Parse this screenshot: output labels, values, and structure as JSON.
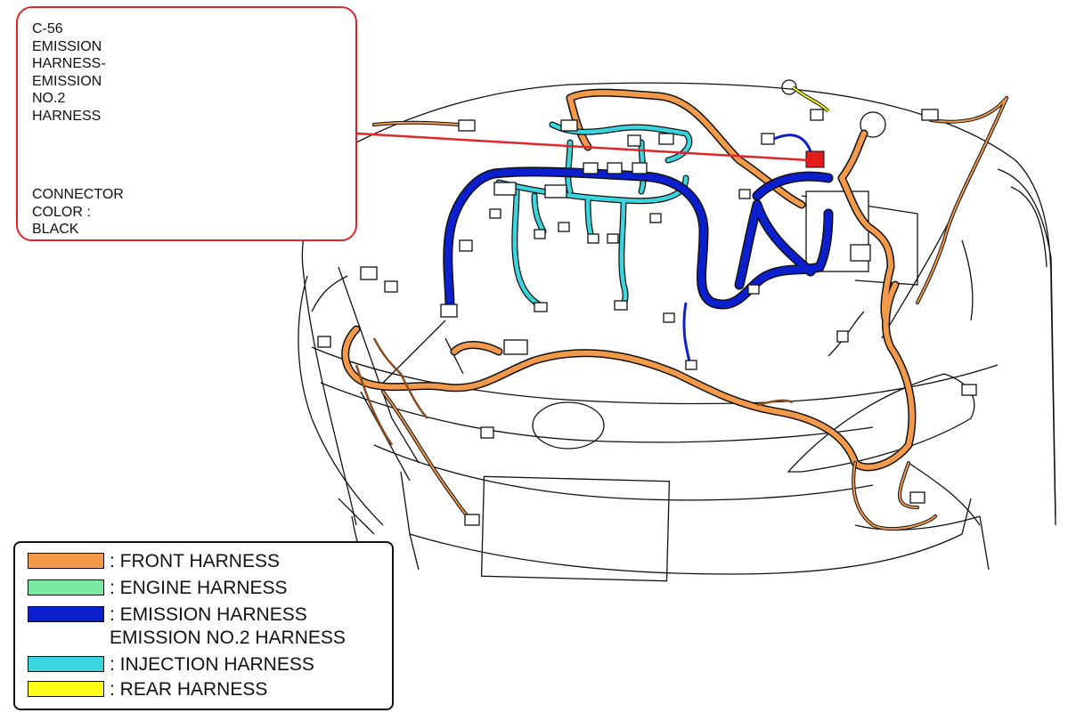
{
  "callout": {
    "title": "C-56\nEMISSION\nHARNESS-\nEMISSION\nNO.2\nHARNESS",
    "connector_color": "CONNECTOR\nCOLOR :\nBLACK"
  },
  "legend": {
    "items": [
      {
        "color": "#f29a4a",
        "label": ": FRONT HARNESS"
      },
      {
        "color": "#7ae8a0",
        "label": ": ENGINE HARNESS"
      },
      {
        "color": "#0b1fcc",
        "label": ": EMISSION HARNESS\nEMISSION NO.2 HARNESS"
      },
      {
        "color": "#3ad6e0",
        "label": ": INJECTION HARNESS"
      },
      {
        "color": "#ffff1a",
        "label": ": REAR HARNESS"
      }
    ]
  },
  "colors": {
    "callout_border": "#e0262b",
    "highlight_connector": "#e41b1b",
    "front": "#f29a4a",
    "emission": "#0b1fcc",
    "injection": "#3ad6e0",
    "rear": "#ffff1a",
    "brown": "#8b4a1e"
  }
}
